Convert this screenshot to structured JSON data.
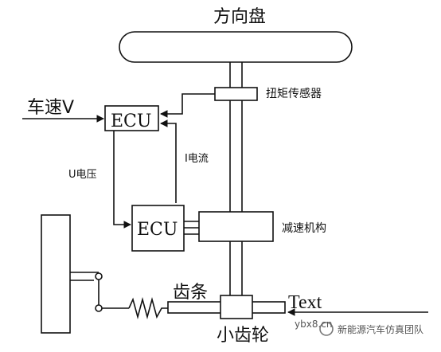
{
  "labels": {
    "steering_wheel": "方向盘",
    "torque_sensor": "扭矩传感器",
    "vehicle_speed": "车速V",
    "ecu_top": "ECU",
    "current": "I电流",
    "voltage": "U电压",
    "ecu_bottom": "ECU",
    "reducer": "减速机构",
    "rack": "齿条",
    "pinion": "小齿轮",
    "text_input": "Text"
  },
  "watermark": {
    "site": "ybx8.cn",
    "team": "新能源汽车仿真团队"
  },
  "colors": {
    "line": "#111111",
    "background": "#ffffff",
    "watermark": "#555555"
  }
}
